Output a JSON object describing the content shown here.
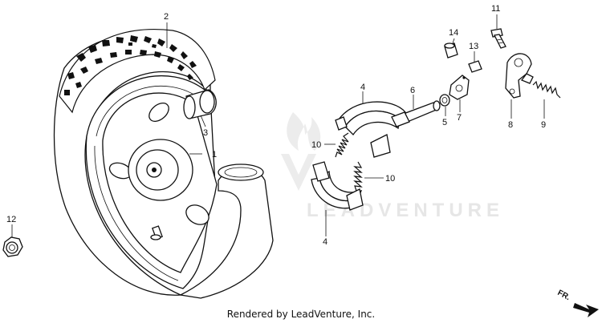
{
  "diagram": {
    "callouts": {
      "p1": "1",
      "p2": "2",
      "p3": "3",
      "p4_top": "4",
      "p4_bottom": "4",
      "p5": "5",
      "p6": "6",
      "p7": "7",
      "p8": "8",
      "p9": "9",
      "p10_left": "10",
      "p10_right": "10",
      "p11": "11",
      "p12": "12",
      "p13": "13",
      "p14": "14"
    },
    "watermark_text": "LEADVENTURE",
    "direction_label": "FR.",
    "footer": "Rendered by LeadVenture, Inc."
  }
}
